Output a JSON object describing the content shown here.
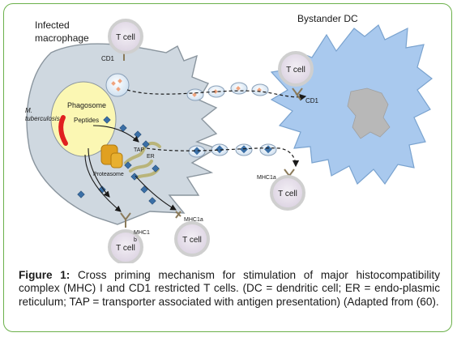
{
  "labels": {
    "infected_line1": "Infected",
    "infected_line2": "macrophage",
    "bystander": "Bystander DC",
    "tcell": "T cell",
    "cd1": "CD1",
    "phagosome": "Phagosome",
    "peptides": "Peptides",
    "mtb_line1": "M.",
    "mtb_line2": "tuberculosis",
    "tap": "TAP",
    "er": "ER",
    "proteasome": "Proteasome",
    "mhc1a": "MHC1a",
    "mhc1b_line1": "MHC1",
    "mhc1b_line2": "b"
  },
  "caption": {
    "lead": "Figure 1:",
    "text": " Cross priming mechanism for stimulation of major histocompatibility complex (MHC) I and CD1 restricted T cells. (DC = dendritic cell; ER = endo-plasmic reticulum; TAP = transporter associated with antigen presentation) (Adapted from (60)."
  },
  "colors": {
    "frame": "#6bb04a",
    "macrophage_fill": "#cfd8e0",
    "dc_fill": "#a9c9ee",
    "dc_nucleus": "#b8b8b8",
    "tcell_fill": "#e6e0ea",
    "phagosome_fill": "#fbf7b3",
    "antigen": "#3a6fa6",
    "cd1_antigen": "#f0a47e",
    "bacterium": "#e02020",
    "proteasome": "#e0a020",
    "receptor": "#8a7a5a"
  }
}
